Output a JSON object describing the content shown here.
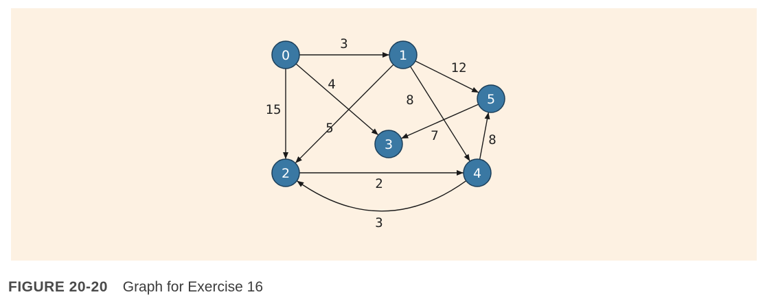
{
  "figure": {
    "number": "FIGURE 20-20",
    "title": "Graph for Exercise 16"
  },
  "colors": {
    "panel_background": "#fdf1e2",
    "node_fill": "#3a78a3",
    "node_stroke": "#1c3f5a",
    "node_text": "#ffffff",
    "edge": "#1a1a1a"
  },
  "graph": {
    "nodes": [
      {
        "id": "0",
        "label": "0"
      },
      {
        "id": "1",
        "label": "1"
      },
      {
        "id": "2",
        "label": "2"
      },
      {
        "id": "3",
        "label": "3"
      },
      {
        "id": "4",
        "label": "4"
      },
      {
        "id": "5",
        "label": "5"
      }
    ],
    "edges": [
      {
        "from": "0",
        "to": "1",
        "weight": "3"
      },
      {
        "from": "0",
        "to": "3",
        "weight": "4"
      },
      {
        "from": "0",
        "to": "2",
        "weight": "15"
      },
      {
        "from": "1",
        "to": "5",
        "weight": "12"
      },
      {
        "from": "1",
        "to": "4",
        "weight": "8"
      },
      {
        "from": "1",
        "to": "2",
        "weight": "5"
      },
      {
        "from": "5",
        "to": "3",
        "weight": "7"
      },
      {
        "from": "4",
        "to": "5",
        "weight": "8"
      },
      {
        "from": "2",
        "to": "4",
        "weight": "2"
      },
      {
        "from": "4",
        "to": "2",
        "weight": "3"
      }
    ]
  }
}
